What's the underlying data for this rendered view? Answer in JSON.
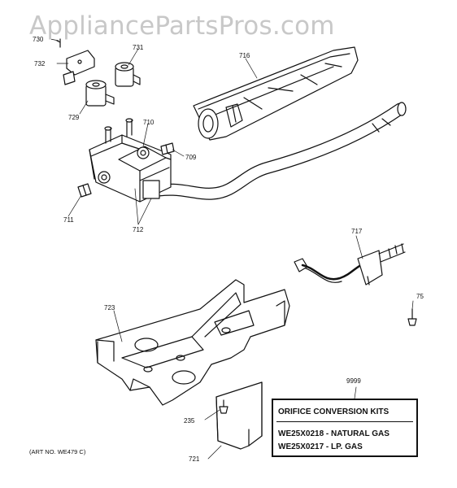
{
  "watermark": "AppliancePartsPros.com",
  "callouts": {
    "c730": "730",
    "c731": "731",
    "c732": "732",
    "c729": "729",
    "c716": "716",
    "c710": "710",
    "c709": "709",
    "c711": "711",
    "c712": "712",
    "c717": "717",
    "c75": "75",
    "c723": "723",
    "c9999": "9999",
    "c235": "235",
    "c721": "721"
  },
  "art_number": "(ART NO. WE479 C)",
  "kit_box": {
    "title": "ORIFICE CONVERSION KITS",
    "line1": "WE25X0218 - NATURAL GAS",
    "line2": "WE25X0217 - LP. GAS"
  }
}
